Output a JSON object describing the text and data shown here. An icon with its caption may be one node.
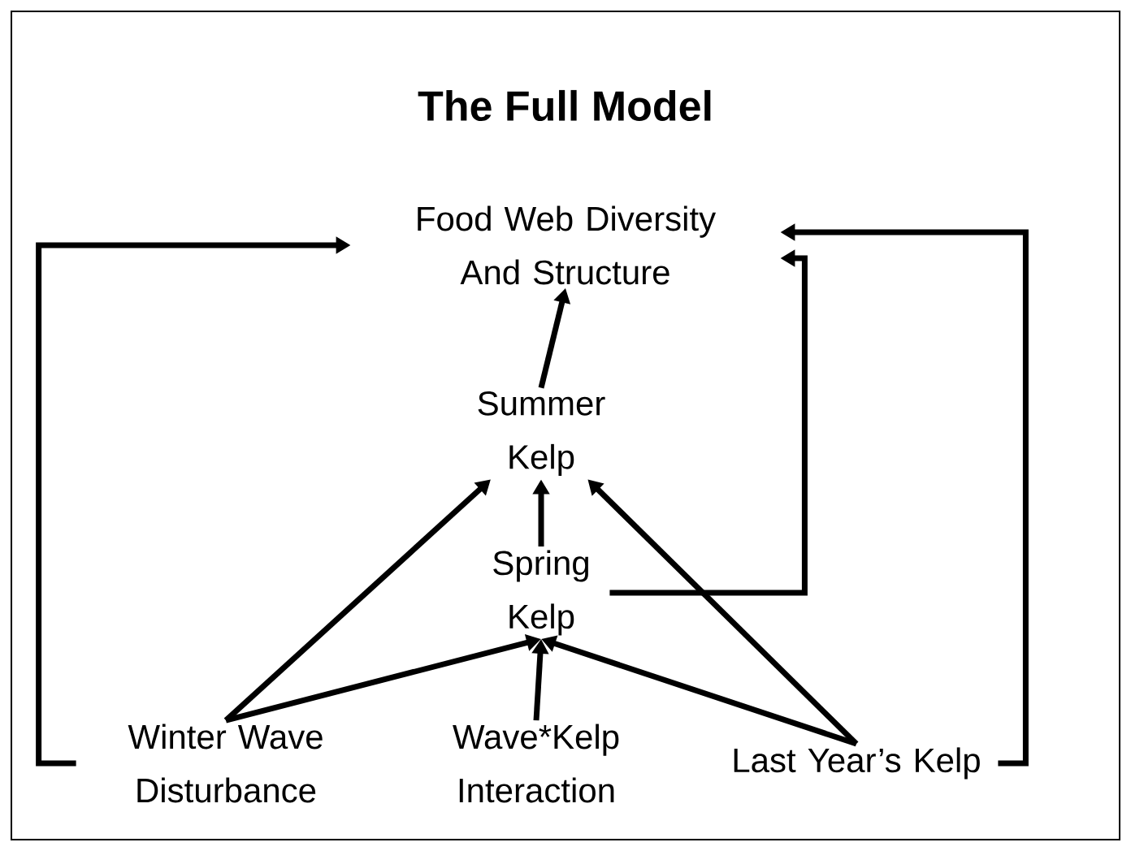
{
  "diagram": {
    "title": "The Full Model",
    "nodes": [
      {
        "text": [
          "Food Web Diversity And Structure"
        ]
      },
      {
        "text": [
          "Summer Kelp"
        ]
      },
      {
        "text": [
          "Spring Kelp"
        ]
      },
      {
        "text": [
          "Winter Wave Disturbance"
        ]
      },
      {
        "text": [
          "Wave*Kelp Interaction"
        ]
      },
      {
        "text": [
          "Last Year’s Kelp"
        ]
      }
    ],
    "edges": [
      {
        "from": 1,
        "to": 0,
        "arrow": "to"
      },
      {
        "from": 2,
        "to": 1,
        "arrow": "to"
      },
      {
        "from": 3,
        "to": 1,
        "arrow": "to"
      },
      {
        "from": 5,
        "to": 1,
        "arrow": "to"
      },
      {
        "from": 3,
        "to": 2,
        "arrow": "to"
      },
      {
        "from": 4,
        "to": 2,
        "arrow": "to"
      },
      {
        "from": 5,
        "to": 2,
        "arrow": "to"
      },
      {
        "from": 3,
        "to": 0,
        "arrow": "to"
      },
      {
        "from": 2,
        "to": 0,
        "arrow": "to"
      },
      {
        "from": 5,
        "to": 0,
        "arrow": "to"
      }
    ]
  }
}
